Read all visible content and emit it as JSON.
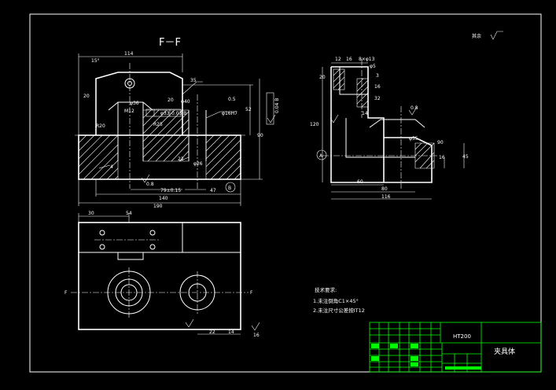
{
  "view_titles": {
    "section": "F－F"
  },
  "roughness_note": "其余",
  "front_dims": {
    "width_114": "114",
    "angle_15": "15°",
    "d20_left": "20",
    "phi36": "φ36",
    "d20_right": "20",
    "phi40": "φ40",
    "d35": "35",
    "phi33": "φ33",
    "r05": "0.5",
    "d52": "52",
    "d90": "90",
    "phi16h7": "φ16H7",
    "tol_box": "0.04 B",
    "small_box": "0.03 B",
    "r20_left": "R20",
    "r25": "R25",
    "m12": "M12",
    "phi26": "φ26",
    "d22": "22",
    "depth_4": "4",
    "rough_08": "0.8",
    "d79": "79±0.15",
    "d47": "47",
    "d140": "140",
    "d190": "190",
    "datum_b": "B"
  },
  "side_dims": {
    "d12": "12",
    "d16": "16",
    "thread": "8×φ13",
    "phi5": "φ5",
    "d20": "20",
    "d3": "3",
    "d16v": "16",
    "d32": "32",
    "d14": "14",
    "d120": "120",
    "rough_08": "0.8",
    "phi55": "φ55",
    "d90": "90",
    "d16c": "16",
    "d45": "45",
    "d60": "60",
    "d80": "80",
    "d116": "116",
    "datum_a": "A"
  },
  "top_dims": {
    "d30": "30",
    "d54": "54",
    "d22": "22",
    "d14": "14",
    "d16": "16",
    "f_left": "F",
    "f_right": "F"
  },
  "tech_requirements": {
    "title": "技术要求:",
    "line1": "1.未注倒角C1×45°",
    "line2": "2.未注尺寸公差按IT12"
  },
  "title_block": {
    "material": "HT200",
    "name": "夹具体"
  }
}
